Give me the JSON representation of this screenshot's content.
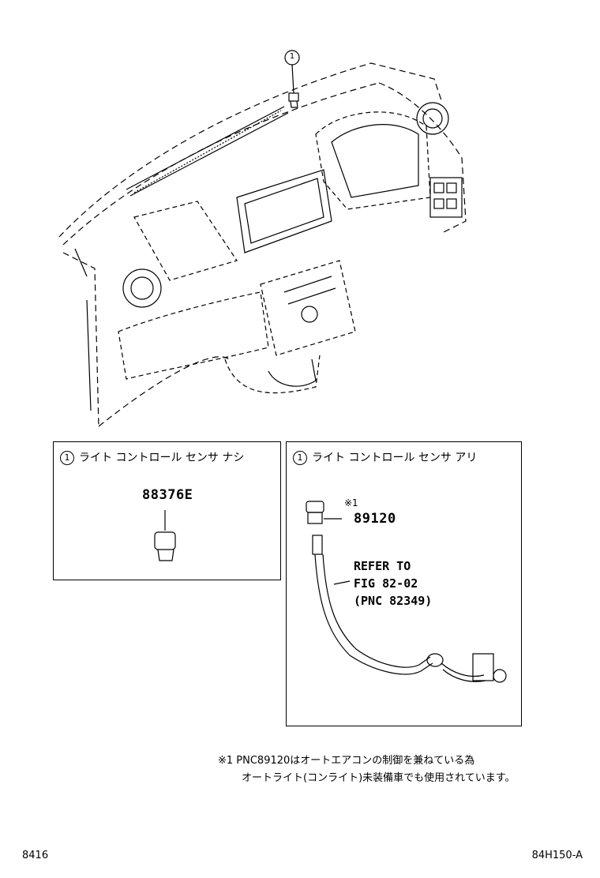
{
  "callout_number": "1",
  "left_box": {
    "title": "ライト コントロール センサ ナシ",
    "part_number": "88376E"
  },
  "right_box": {
    "title": "ライト コントロール センサ アリ",
    "note_mark": "※1",
    "part_number": "89120",
    "refer_lines": [
      "REFER TO",
      "FIG 82-02",
      "(PNC 82349)"
    ]
  },
  "footnote": {
    "line1": "※1 PNC89120はオートエアコンの制御を兼ねている為",
    "line2": "オートライト(コンライト)未装備車でも使用されています。"
  },
  "footer": {
    "left_code": "8416",
    "right_code": "84H150-A"
  }
}
